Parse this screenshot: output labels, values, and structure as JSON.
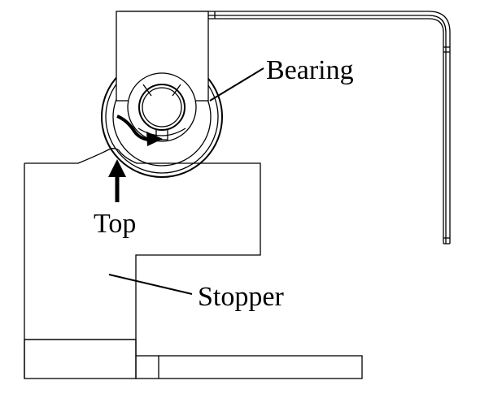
{
  "labels": {
    "bearing": "Bearing",
    "top": "Top",
    "stopper": "Stopper"
  },
  "colors": {
    "line": "#000000",
    "background": "#ffffff"
  }
}
